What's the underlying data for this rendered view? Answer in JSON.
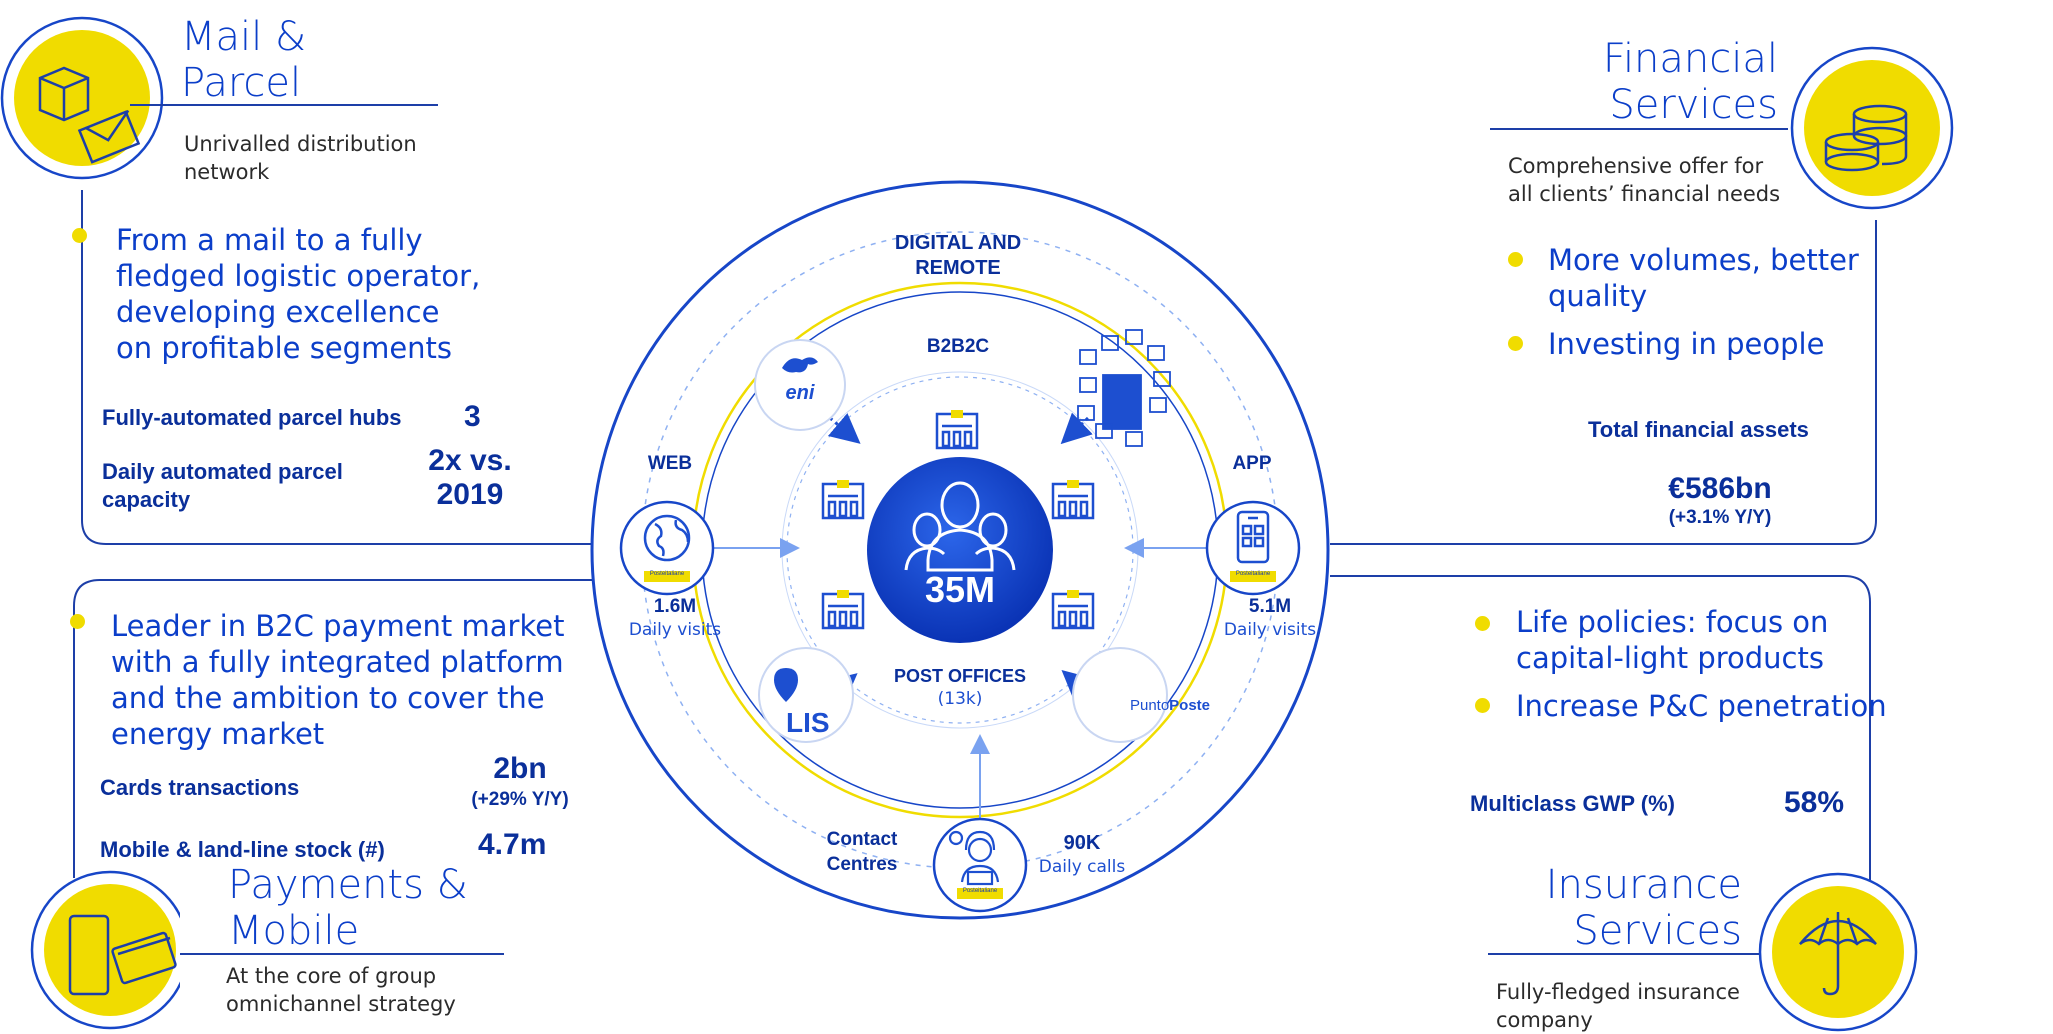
{
  "mail": {
    "title_line1": "Mail &",
    "title_line2": "Parcel",
    "subtitle_line1": "Unrivalled distribution",
    "subtitle_line2": "network",
    "bullet_lines": [
      "From a mail to a fully",
      "fledged logistic operator,",
      "developing excellence",
      "on profitable segments"
    ],
    "kpi1_label": "Fully-automated parcel hubs",
    "kpi1_value": "3",
    "kpi2_label_line1": "Daily automated parcel",
    "kpi2_label_line2": "capacity",
    "kpi2_value_line1": "2x vs.",
    "kpi2_value_line2": "2019"
  },
  "payments": {
    "title_line1": "Payments &",
    "title_line2": "Mobile",
    "subtitle_line1": "At the core of group",
    "subtitle_line2": "omnichannel strategy",
    "bullet_lines": [
      "Leader in B2C payment market",
      "with a fully integrated platform",
      "and the ambition to cover the",
      "energy market"
    ],
    "kpi1_label": "Cards transactions",
    "kpi1_value": "2bn",
    "kpi1_delta": "(+29% Y/Y)",
    "kpi2_label": "Mobile & land-line stock (#)",
    "kpi2_value": "4.7m"
  },
  "financial": {
    "title_line1": "Financial",
    "title_line2": "Services",
    "subtitle_line1": "Comprehensive offer for",
    "subtitle_line2": "all clients’ financial needs",
    "bullets": [
      [
        "More volumes, better",
        "quality"
      ],
      [
        "Investing in people"
      ]
    ],
    "kpi_label": "Total financial assets",
    "kpi_value": "€586bn",
    "kpi_delta": "(+3.1% Y/Y)"
  },
  "insurance": {
    "title_line1": "Insurance",
    "title_line2": "Services",
    "subtitle_line1": "Fully-fledged insurance",
    "subtitle_line2": "company",
    "bullets": [
      [
        "Life policies: focus on",
        "capital-light  products"
      ],
      [
        "Increase P&C penetration"
      ]
    ],
    "kpi_label": "Multiclass GWP (%)",
    "kpi_value": "58%"
  },
  "hub": {
    "digital_line1": "DIGITAL AND",
    "digital_line2": "REMOTE",
    "b2b2c": "B2B2C",
    "center_value": "35M",
    "post_offices": "POST OFFICES",
    "post_offices_count": "(13k)",
    "web_label": "WEB",
    "web_value": "1.6M",
    "web_sub": "Daily visits",
    "app_label": "APP",
    "app_value": "5.1M",
    "app_sub": "Daily visits",
    "contact_line1": "Contact",
    "contact_line2": "Centres",
    "contact_value": "90K",
    "contact_sub": "Daily calls",
    "partner_eni": "eni",
    "partner_lis": "LIS",
    "partner_puntoposte_a": "Punto",
    "partner_puntoposte_b": "Poste",
    "poste_badge": "Posteitaliane"
  },
  "colors": {
    "yellow": "#f0dc00",
    "blue": "#0b3ec9",
    "navy": "#0a2f9a",
    "hub": "#1746c8"
  }
}
